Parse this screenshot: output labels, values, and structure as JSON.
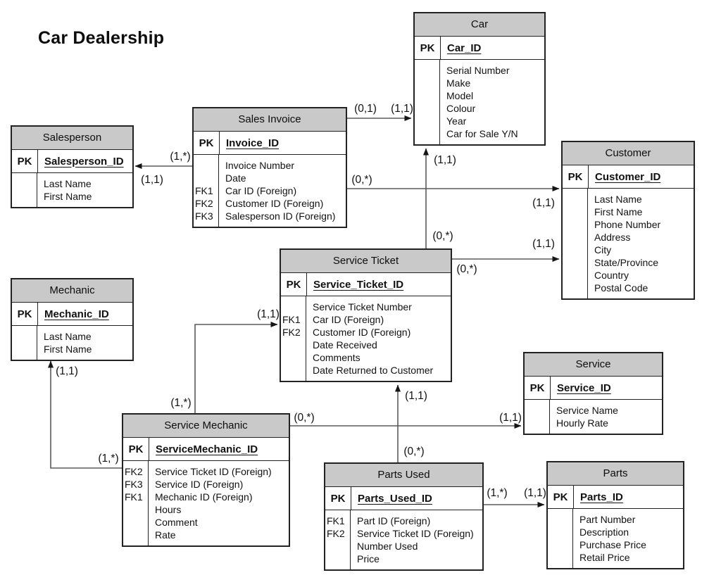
{
  "title": "Car Dealership",
  "colors": {
    "background": "#ffffff",
    "entity_header_fill": "#c9c9c9",
    "entity_border": "#222222",
    "relationship_line": "#5a5a5a",
    "text": "#111111"
  },
  "entities": [
    {
      "name": "Car",
      "pk_label": "PK",
      "pk_attribute": "Car_ID",
      "fk_labels": [
        "",
        "",
        "",
        "",
        "",
        ""
      ],
      "attributes": [
        "Serial Number",
        "Make",
        "Model",
        "Colour",
        "Year",
        "Car for Sale Y/N"
      ]
    },
    {
      "name": "Salesperson",
      "pk_label": "PK",
      "pk_attribute": "Salesperson_ID",
      "fk_labels": [
        "",
        ""
      ],
      "attributes": [
        "Last Name",
        "First Name"
      ]
    },
    {
      "name": "Sales Invoice",
      "pk_label": "PK",
      "pk_attribute": "Invoice_ID",
      "fk_labels": [
        "",
        "",
        "FK1",
        "FK2",
        "FK3"
      ],
      "attributes": [
        "Invoice Number",
        "Date",
        "Car ID (Foreign)",
        "Customer ID (Foreign)",
        "Salesperson ID (Foreign)"
      ]
    },
    {
      "name": "Customer",
      "pk_label": "PK",
      "pk_attribute": "Customer_ID",
      "fk_labels": [
        "",
        "",
        "",
        "",
        "",
        "",
        "",
        ""
      ],
      "attributes": [
        "Last Name",
        "First Name",
        "Phone Number",
        "Address",
        "City",
        "State/Province",
        "Country",
        "Postal Code"
      ]
    },
    {
      "name": "Mechanic",
      "pk_label": "PK",
      "pk_attribute": "Mechanic_ID",
      "fk_labels": [
        "",
        ""
      ],
      "attributes": [
        "Last Name",
        "First Name"
      ]
    },
    {
      "name": "Service Ticket",
      "pk_label": "PK",
      "pk_attribute": "Service_Ticket_ID",
      "fk_labels": [
        "",
        "FK1",
        "FK2",
        "",
        "",
        ""
      ],
      "attributes": [
        "Service Ticket Number",
        "Car ID (Foreign)",
        "Customer ID (Foreign)",
        "Date Received",
        "Comments",
        "Date Returned to Customer"
      ]
    },
    {
      "name": "Service",
      "pk_label": "PK",
      "pk_attribute": "Service_ID",
      "fk_labels": [
        "",
        ""
      ],
      "attributes": [
        "Service Name",
        "Hourly Rate"
      ]
    },
    {
      "name": "Service Mechanic",
      "pk_label": "PK",
      "pk_attribute": "ServiceMechanic_ID",
      "fk_labels": [
        "FK2",
        "FK3",
        "FK1",
        "",
        "",
        ""
      ],
      "attributes": [
        "Service Ticket ID (Foreign)",
        "Service ID (Foreign)",
        "Mechanic ID (Foreign)",
        "Hours",
        "Comment",
        "Rate"
      ]
    },
    {
      "name": "Parts Used",
      "pk_label": "PK",
      "pk_attribute": "Parts_Used_ID",
      "fk_labels": [
        "FK1",
        "FK2",
        "",
        ""
      ],
      "attributes": [
        "Part ID (Foreign)",
        "Service Ticket ID (Foreign)",
        "Number Used",
        "Price"
      ]
    },
    {
      "name": "Parts",
      "pk_label": "PK",
      "pk_attribute": "Parts_ID",
      "fk_labels": [
        "",
        "",
        "",
        ""
      ],
      "attributes": [
        "Part Number",
        "Description",
        "Purchase Price",
        "Retail Price"
      ]
    }
  ],
  "relationships": [
    {
      "from": "Sales Invoice",
      "to": "Salesperson",
      "labels": [
        {
          "text": "(1,*)"
        },
        {
          "text": "(1,1)"
        }
      ]
    },
    {
      "from": "Sales Invoice",
      "to": "Car",
      "labels": [
        {
          "text": "(0,1)"
        },
        {
          "text": "(1,1)"
        }
      ]
    },
    {
      "from": "Sales Invoice",
      "to": "Customer",
      "labels": [
        {
          "text": "(0,*)"
        },
        {
          "text": "(1,1)"
        }
      ]
    },
    {
      "from": "Service Ticket",
      "to": "Car",
      "labels": [
        {
          "text": "(0,*)"
        },
        {
          "text": "(1,1)"
        }
      ]
    },
    {
      "from": "Service Ticket",
      "to": "Customer",
      "labels": [
        {
          "text": "(0,*)"
        },
        {
          "text": "(1,1)"
        }
      ]
    },
    {
      "from": "Service Mechanic",
      "to": "Service Ticket",
      "labels": [
        {
          "text": "(1,*)"
        },
        {
          "text": "(1,1)"
        }
      ]
    },
    {
      "from": "Service Mechanic",
      "to": "Mechanic",
      "labels": [
        {
          "text": "(1,*)"
        },
        {
          "text": "(1,1)"
        }
      ]
    },
    {
      "from": "Service Mechanic",
      "to": "Service",
      "labels": [
        {
          "text": "(0,*)"
        },
        {
          "text": "(1,1)"
        }
      ]
    },
    {
      "from": "Parts Used",
      "to": "Service Ticket",
      "labels": [
        {
          "text": "(0,*)"
        },
        {
          "text": "(1,1)"
        }
      ]
    },
    {
      "from": "Parts Used",
      "to": "Parts",
      "labels": [
        {
          "text": "(1,*)"
        },
        {
          "text": "(1,1)"
        }
      ]
    }
  ]
}
